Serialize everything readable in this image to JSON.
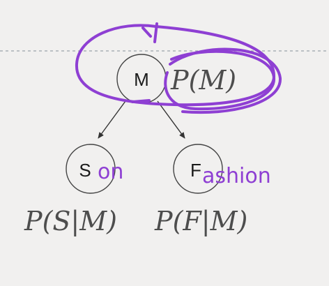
{
  "diagram": {
    "nodes": {
      "m": {
        "label": "M",
        "formula": "P(M)"
      },
      "s": {
        "label": "S",
        "formula": "P(S|M)",
        "annotation": "on"
      },
      "f": {
        "label": "F",
        "formula": "P(F|M)",
        "annotation": "ashion"
      }
    }
  },
  "colors": {
    "background": "#f1f0ef",
    "ink": "#1a1a1a",
    "formula": "#4d4d4d",
    "annotation": "#8e3fd3"
  }
}
